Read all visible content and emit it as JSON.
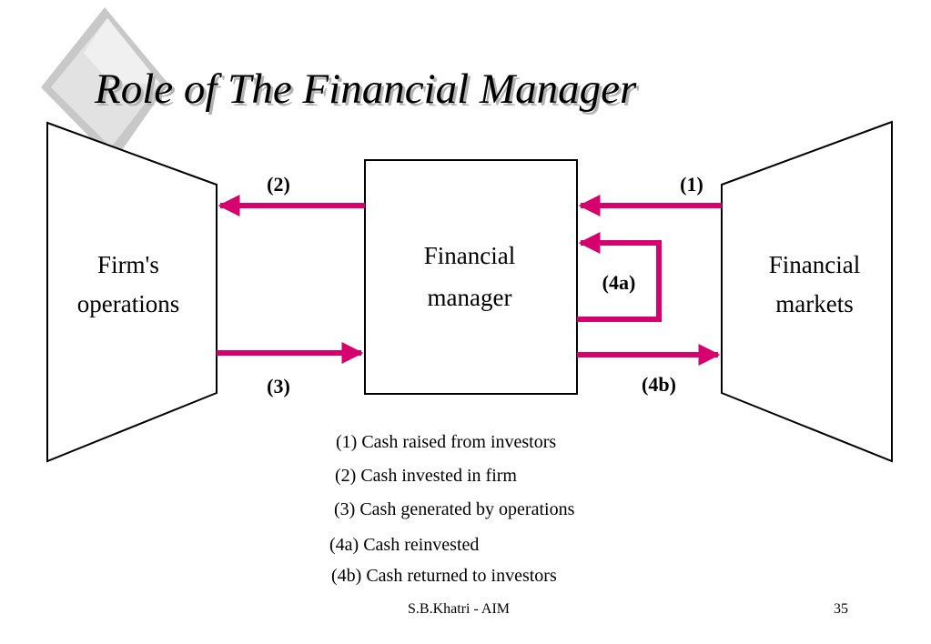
{
  "title": "Role of The Financial Manager",
  "diagram": {
    "firm_operations": [
      "Firm's",
      "operations"
    ],
    "financial_manager": [
      "Financial",
      "manager"
    ],
    "financial_markets": [
      "Financial",
      "markets"
    ],
    "flow_labels": {
      "f1": "(1)",
      "f2": "(2)",
      "f3": "(3)",
      "f4a": "(4a)",
      "f4b": "(4b)"
    },
    "arrow_color": "#d6006f"
  },
  "legend": [
    "(1) Cash raised from investors",
    "(2) Cash invested in firm",
    "(3) Cash generated by operations",
    "(4a) Cash reinvested",
    "(4b) Cash returned to investors"
  ],
  "footer": {
    "author": "S.B.Khatri - AIM",
    "page_number": "35"
  }
}
